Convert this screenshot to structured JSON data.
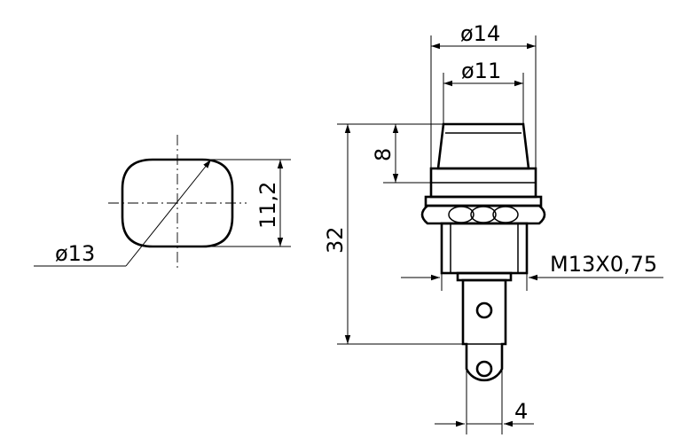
{
  "dimensions": {
    "diameter_13": "ø13",
    "width_11_2": "11,2",
    "diameter_14": "ø14",
    "diameter_11": "ø11",
    "height_8": "8",
    "height_32": "32",
    "thread": "M13X0,75",
    "width_4": "4"
  }
}
